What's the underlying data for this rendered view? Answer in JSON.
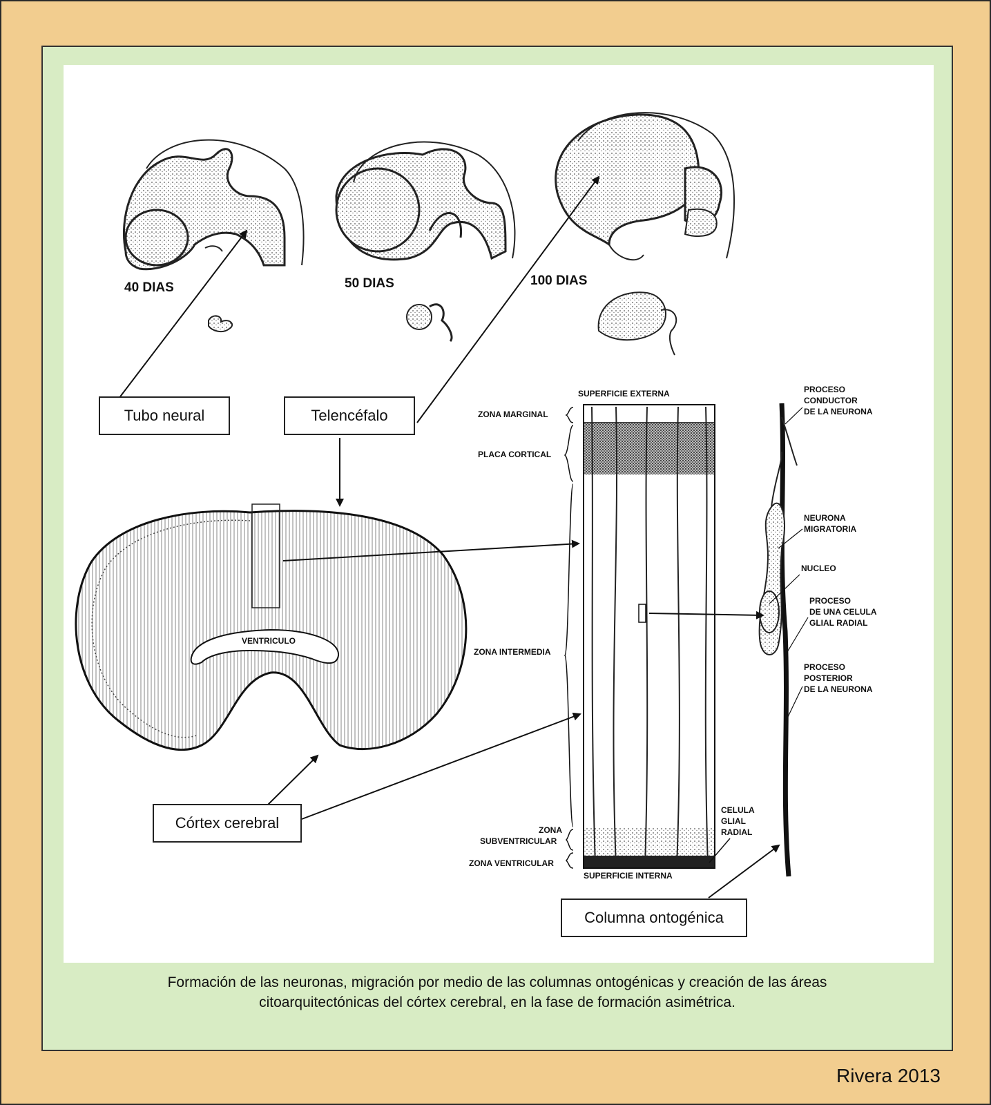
{
  "stages": {
    "d40": "40 DIAS",
    "d50": "50 DIAS",
    "d100": "100 DIAS"
  },
  "callouts": {
    "tubo": "Tubo neural",
    "telencefalo": "Telencéfalo",
    "cortex": "Córtex cerebral",
    "columna": "Columna ontogénica"
  },
  "section_labels": {
    "ventriculo": "VENTRICULO",
    "sup_ext": "SUPERFICIE EXTERNA",
    "sup_int": "SUPERFICIE INTERNA",
    "zona_marginal": "ZONA MARGINAL",
    "placa_cortical": "PLACA CORTICAL",
    "zona_intermedia": "ZONA INTERMEDIA",
    "zona_subv_1": "ZONA",
    "zona_subv_2": "SUBVENTRICULAR",
    "zona_ventricular": "ZONA VENTRICULAR",
    "celula_1": "CELULA",
    "celula_2": "GLIAL",
    "celula_3": "RADIAL"
  },
  "neuron_labels": {
    "proceso_conductor": [
      "PROCESO",
      "CONDUCTOR",
      "DE LA NEURONA"
    ],
    "neurona_migratoria": [
      "NEURONA",
      "MIGRATORIA"
    ],
    "nucleo": "NUCLEO",
    "proceso_glial": [
      "PROCESO",
      "DE UNA CELULA",
      "GLIAL RADIAL"
    ],
    "proceso_posterior": [
      "PROCESO",
      "POSTERIOR",
      "DE LA NEURONA"
    ]
  },
  "caption": {
    "line1": "Formación de las neuronas, migración por medio de las columnas ontogénicas y creación de las áreas",
    "line2": "citoarquitectónicas del córtex cerebral, en la fase de formación asimétrica."
  },
  "credit": "Rivera 2013"
}
